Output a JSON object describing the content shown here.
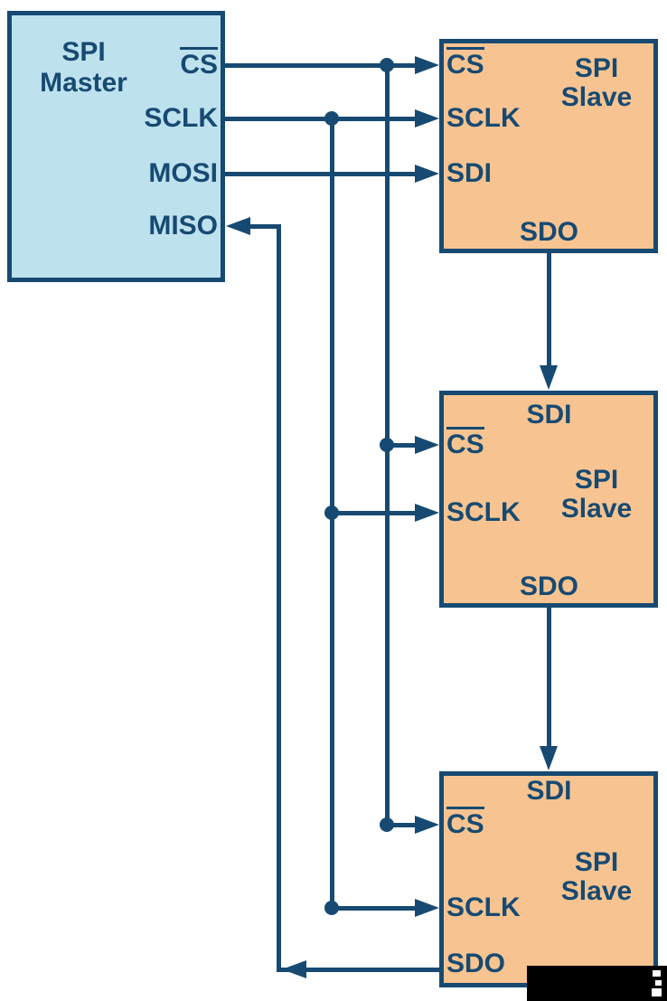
{
  "colors": {
    "line": "#174A72",
    "master_fill": "#BEE1EE",
    "slave_fill": "#F7C491",
    "background": "#FFFFFF",
    "watermark": "#000000"
  },
  "master": {
    "title_line1": "SPI",
    "title_line2": "Master",
    "pins": {
      "cs": "CS",
      "sclk": "SCLK",
      "mosi": "MOSI",
      "miso": "MISO"
    }
  },
  "slaves": [
    {
      "title_line1": "SPI",
      "title_line2": "Slave",
      "pins": {
        "cs": "CS",
        "sclk": "SCLK",
        "sdi": "SDI",
        "sdo": "SDO"
      }
    },
    {
      "title_line1": "SPI",
      "title_line2": "Slave",
      "pins": {
        "cs": "CS",
        "sclk": "SCLK",
        "sdi": "SDI",
        "sdo": "SDO"
      }
    },
    {
      "title_line1": "SPI",
      "title_line2": "Slave",
      "pins": {
        "cs": "CS",
        "sclk": "SCLK",
        "sdi": "SDI",
        "sdo": "SDO"
      }
    }
  ]
}
